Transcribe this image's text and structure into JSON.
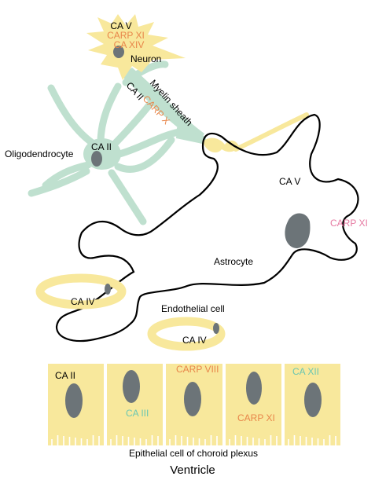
{
  "colors": {
    "yellow": "#f8e89c",
    "yellow_stroke": "#f2dc78",
    "green": "#bfe0cf",
    "nucleus": "#6c7478",
    "orange": "#e8864a",
    "pink": "#e67aa2",
    "teal": "#6bc7b2",
    "black": "#000000"
  },
  "labels": {
    "neuron_ca5": "CA V",
    "neuron_carp11": "CARP XI",
    "neuron_ca14": "CA XIV",
    "neuron": "Neuron",
    "myelin_ca2": "CA II",
    "myelin_sheath": "Myelin sheath",
    "myelin_carp10": "CARP X",
    "oligo_ca2": "CA II",
    "oligodendrocyte": "Oligodendrocyte",
    "astro_ca5": "CA V",
    "astro_carp11": "CARP XI",
    "astrocyte": "Astrocyte",
    "ca4_left": "CA IV",
    "endothelial_cell": "Endothelial cell",
    "ca4_endo": "CA IV",
    "epi_cells": [
      "CA II",
      "CA III",
      "CARP VIII",
      "CARP XI",
      "CA XII"
    ],
    "epithelial": "Epithelial cell of choroid plexus",
    "ventricle": "Ventricle"
  }
}
